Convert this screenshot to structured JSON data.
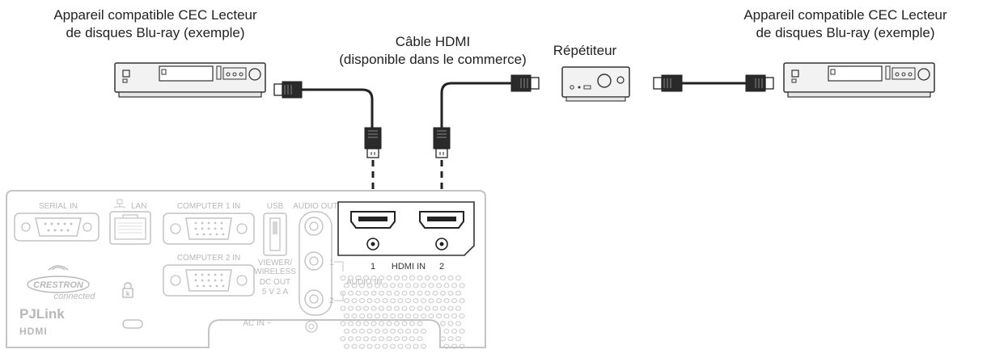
{
  "labels": {
    "source_left_line1": "Appareil compatible CEC Lecteur",
    "source_left_line2": "de disques Blu-ray (exemple)",
    "cable_line1": "Câble HDMI",
    "cable_line2": "(disponible dans le commerce)",
    "repeater": "Répétiteur",
    "source_right_line1": "Appareil compatible CEC Lecteur",
    "source_right_line2": "de disques Blu-ray (exemple)"
  },
  "panel": {
    "serial_in": "SERIAL IN",
    "lan": "LAN",
    "computer1_in": "COMPUTER 1 IN",
    "computer2_in": "COMPUTER 2 IN",
    "usb": "USB",
    "audio_out": "AUDIO OUT",
    "viewer_line1": "VIEWER/",
    "viewer_line2": "WIRELESS",
    "dc_out": "DC OUT",
    "dc_spec": "5 V  2 A",
    "audio_in": "AUDIO IN",
    "audio_in_1": "1",
    "audio_in_2": "2",
    "hdmi_in_1": "1",
    "hdmi_in_label": "HDMI IN",
    "hdmi_in_2": "2",
    "ac_in": "AC IN ~",
    "crestron": "CRESTRON",
    "connected": "connected",
    "pjlink": "PJLink",
    "hdmi_logo": "HDMI"
  },
  "colors": {
    "panel_stroke": "#c4c4c4",
    "panel_text": "#b8b8b8",
    "device_fill": "#f2f2f2",
    "cable": "#222222"
  }
}
